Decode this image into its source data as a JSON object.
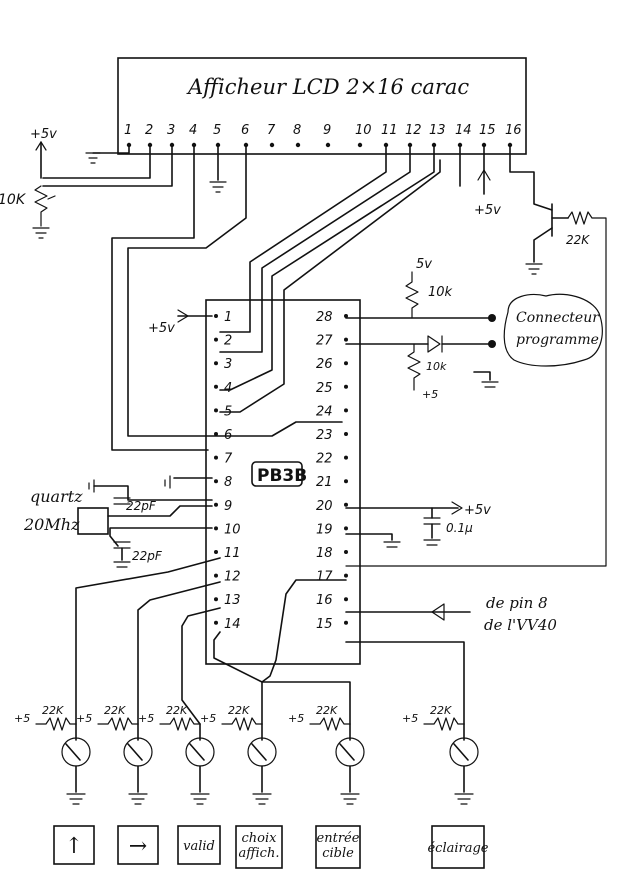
{
  "lcd": {
    "title": "Afficheur LCD  2×16 carac",
    "pins": [
      "1",
      "2",
      "3",
      "4",
      "5",
      "6",
      "7",
      "8",
      "9",
      "10",
      "11",
      "12",
      "13",
      "14",
      "15",
      "16"
    ]
  },
  "power": {
    "plus5_a": "+5v",
    "plus5_b": "+5v",
    "plus5_c": "+5v",
    "plus5_d": "+5",
    "plus5_e": "+5v",
    "plus5_f": "+5",
    "supply_5v": "5v"
  },
  "components": {
    "pot_value": "10K",
    "pullup_10k": "10k",
    "pullup_10k_b": "10k",
    "backlight_res": "22K",
    "cap_22pf_a": "22pF",
    "cap_22pf_b": "22pF",
    "cap_01": "0.1µ",
    "quartz_label": "quartz",
    "quartz_freq": "20Mhz"
  },
  "chip": {
    "name": "PB3B",
    "left_pins": [
      "1",
      "2",
      "3",
      "4",
      "5",
      "6",
      "7",
      "8",
      "9",
      "10",
      "11",
      "12",
      "13",
      "14"
    ],
    "right_pins": [
      "28",
      "27",
      "26",
      "25",
      "24",
      "23",
      "22",
      "21",
      "20",
      "19",
      "18",
      "17",
      "16",
      "15"
    ]
  },
  "connector": {
    "label_1": "Connecteur",
    "label_2": "programme"
  },
  "signal": {
    "line1": "de pin 8",
    "line2": "de l'VV40"
  },
  "switches": {
    "res_labels": [
      "22K",
      "22K",
      "22K",
      "22K",
      "22K",
      "22K"
    ],
    "plus_labels": [
      "+5",
      "+5",
      "+5",
      "+5",
      "+5",
      "+5"
    ]
  },
  "buttons": [
    {
      "label": "↑"
    },
    {
      "label": "→"
    },
    {
      "label": "valid"
    },
    {
      "label": "choix affich."
    },
    {
      "label": "entrée cible"
    },
    {
      "label": "éclairage"
    }
  ]
}
